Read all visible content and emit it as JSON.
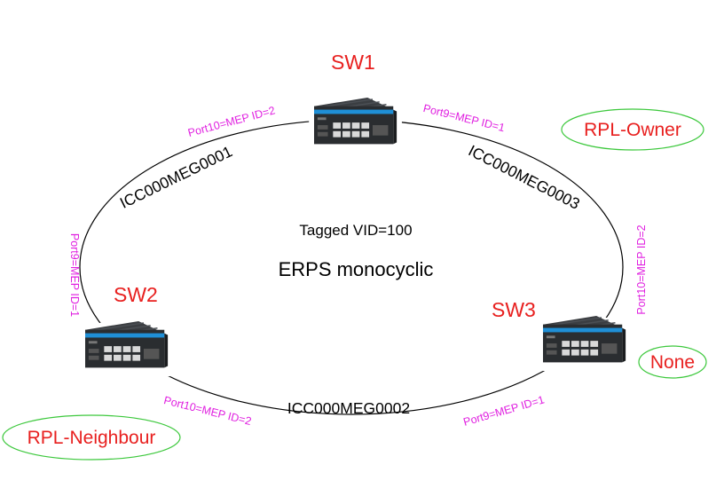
{
  "switches": [
    {
      "id": "sw1",
      "label": "SW1"
    },
    {
      "id": "sw2",
      "label": "SW2"
    },
    {
      "id": "sw3",
      "label": "SW3"
    }
  ],
  "roles": {
    "owner": "RPL-Owner",
    "neighbour": "RPL-Neighbour",
    "none": "None"
  },
  "ports": {
    "sw1_left": "Port10=MEP ID=2",
    "sw1_right": "Port9=MEP ID=1",
    "sw2_top": "Port9=MEP ID=1",
    "sw2_bottom": "Port10=MEP ID=2",
    "sw3_top": "Port10=MEP ID=2",
    "sw3_bottom": "Port9=MEP ID=1"
  },
  "meg": {
    "left": "ICC000MEG0001",
    "bottom": "ICC000MEG0002",
    "right": "ICC000MEG0003"
  },
  "center": {
    "vid": "Tagged VID=100",
    "title": "ERPS monocyclic"
  },
  "colors": {
    "switch_label": "#e8201f",
    "port_label": "#e020e0",
    "role_ellipse": "#3cc83c",
    "device_body": "#2a2d30",
    "device_stripe": "#1f8fd6"
  }
}
